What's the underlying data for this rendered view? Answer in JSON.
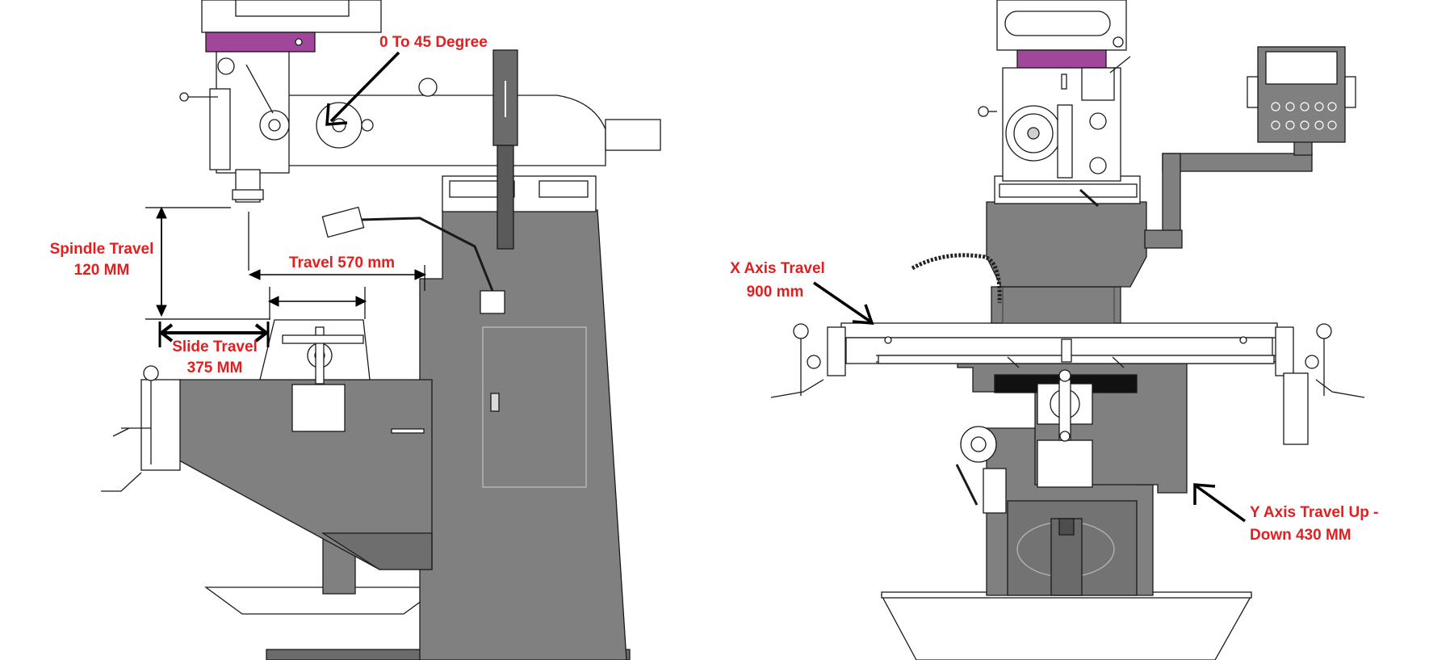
{
  "colors": {
    "annotation": "#e02020",
    "machine_gray": "#808080",
    "machine_dark": "#5f5f5f",
    "accent_purple": "#a0479c",
    "line": "#1a1a1a",
    "paper": "#ffffff"
  },
  "annotations": {
    "tilt": "0 To 45 Degree",
    "spindle_travel": [
      "Spindle Travel",
      "120 MM"
    ],
    "travel": "Travel 570 mm",
    "slide_travel": [
      "Slide Travel",
      "375 MM"
    ],
    "x_axis": [
      "X Axis Travel",
      "900 mm"
    ],
    "y_axis": [
      "Y Axis Travel Up -",
      "Down 430 MM"
    ]
  }
}
